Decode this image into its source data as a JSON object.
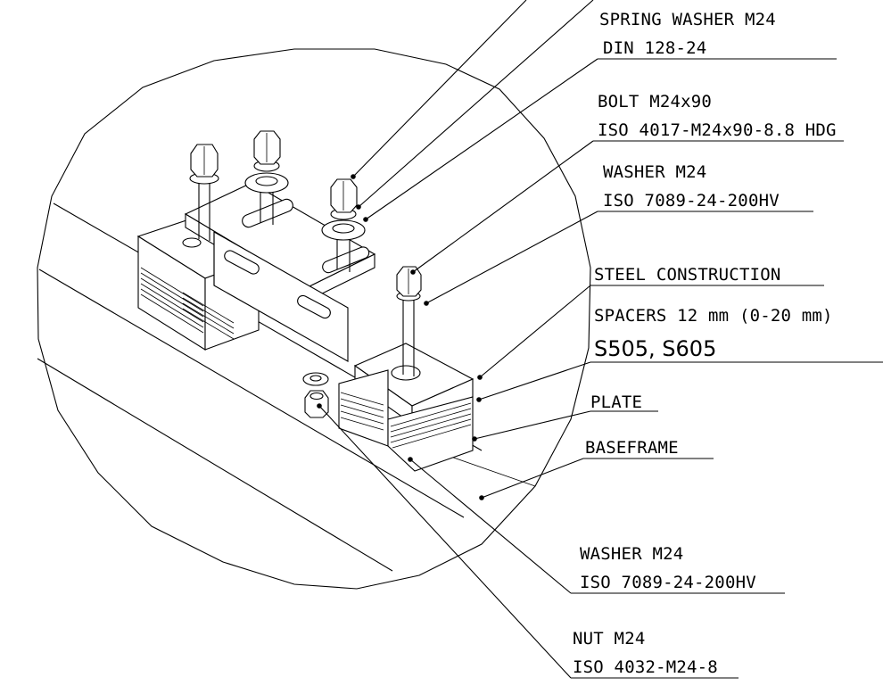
{
  "labels": {
    "spring_washer_1": "SPRING WASHER M24",
    "spring_washer_2": "DIN 128-24",
    "bolt_1": "BOLT M24x90",
    "bolt_2": "ISO 4017-M24x90-8.8 HDG",
    "washer_top_1": "WASHER M24",
    "washer_top_2": "ISO 7089-24-200HV",
    "steel_construction": "STEEL CONSTRUCTION",
    "spacers": "SPACERS 12 mm (0-20 mm)",
    "spacers_models": "S505, S605",
    "plate": "PLATE",
    "baseframe": "BASEFRAME",
    "washer_bottom_1": "WASHER M24",
    "washer_bottom_2": "ISO 7089-24-200HV",
    "nut_1": "NUT M24",
    "nut_2": "ISO 4032-M24-8"
  }
}
